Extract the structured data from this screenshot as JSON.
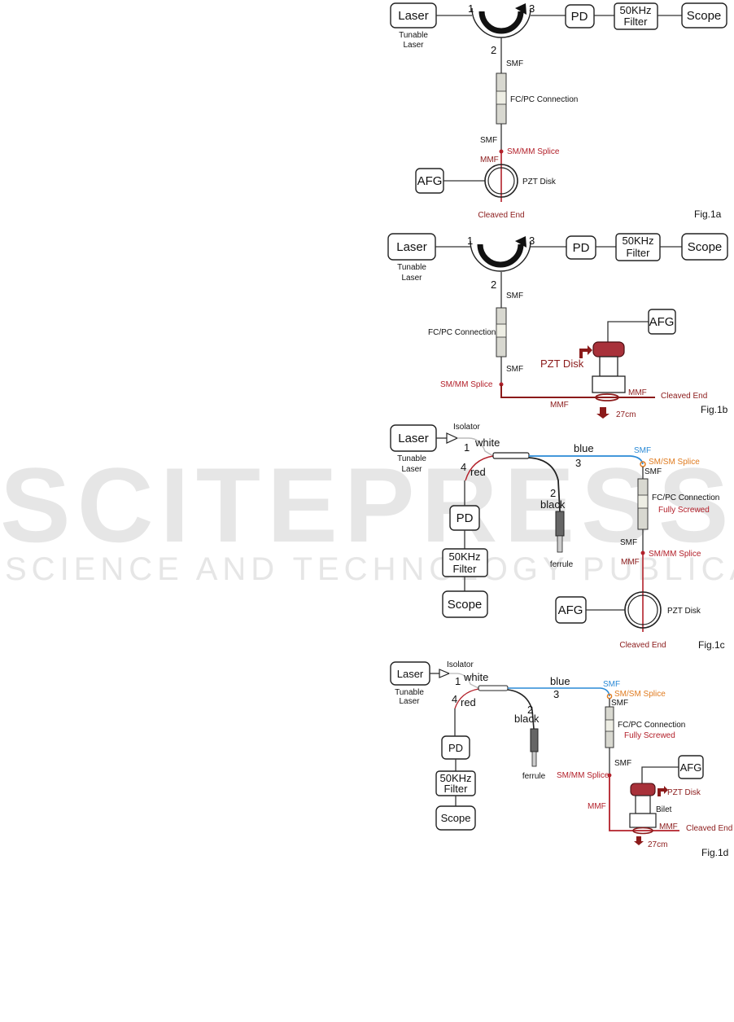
{
  "watermark": {
    "main": "SCITEPRESS",
    "sub": "SCIENCE AND TECHNOLOGY PUBLICATIONS"
  },
  "colors": {
    "smf_blue": "#2a8ad6",
    "mmf_red": "#b3202a",
    "label_dark_red": "#8b1a1a",
    "splice_orange": "#e07b1f"
  },
  "fig1a": {
    "laser": "Laser",
    "tunable": [
      "Tunable",
      "Laser"
    ],
    "ports": [
      "1",
      "2",
      "3"
    ],
    "pd": "PD",
    "filter": [
      "50KHz",
      "Filter"
    ],
    "scope": "Scope",
    "smf_top": "SMF",
    "fcpc": "FC/PC Connection",
    "smf_bottom": "SMF",
    "splice": "SM/MM Splice",
    "mmf": "MMF",
    "afg": "AFG",
    "pzt": "PZT Disk",
    "cleaved": "Cleaved End",
    "caption": "Fig.1a"
  },
  "fig1b": {
    "laser": "Laser",
    "tunable": [
      "Tunable",
      "Laser"
    ],
    "ports": [
      "1",
      "2",
      "3"
    ],
    "pd": "PD",
    "filter": [
      "50KHz",
      "Filter"
    ],
    "scope": "Scope",
    "smf_top": "SMF",
    "fcpc": "FC/PC Connection",
    "afg": "AFG",
    "pzt": "PZT Disk",
    "smf_bottom": "SMF",
    "splice": "SM/MM Splice",
    "mmf_right": "MMF",
    "cleaved": "Cleaved End",
    "mmf": "MMF",
    "length": "27cm",
    "caption": "Fig.1b"
  },
  "fig1c": {
    "laser": "Laser",
    "tunable": [
      "Tunable",
      "Laser"
    ],
    "isolator": "Isolator",
    "white": "white",
    "port1": "1",
    "port4": "4",
    "red": "red",
    "blue": "blue",
    "port3": "3",
    "port2": "2",
    "black": "black",
    "ferrule": "ferrule",
    "smf_blue": "SMF",
    "smsm": "SM/SM Splice",
    "smf_a": "SMF",
    "fcpc": "FC/PC Connection",
    "fully": "Fully Screwed",
    "smf_b": "SMF",
    "smmm": "SM/MM Splice",
    "mmf": "MMF",
    "pd": "PD",
    "filter": [
      "50KHz",
      "Filter"
    ],
    "scope": "Scope",
    "afg": "AFG",
    "pzt": "PZT Disk",
    "cleaved": "Cleaved End",
    "caption": "Fig.1c"
  },
  "fig1d": {
    "laser": "Laser",
    "tunable": [
      "Tunable",
      "Laser"
    ],
    "isolator": "Isolator",
    "white": "white",
    "port1": "1",
    "port4": "4",
    "red": "red",
    "blue": "blue",
    "port3": "3",
    "port2": "2",
    "black": "black",
    "ferrule": "ferrule",
    "smf_blue": "SMF",
    "smsm": "SM/SM Splice",
    "smf_a": "SMF",
    "fcpc": "FC/PC Connection",
    "fully": "Fully Screwed",
    "smf_b": "SMF",
    "smmm": "SM/MM Splice",
    "afg": "AFG",
    "pzt": "PZT Disk",
    "bilet": "Bilet",
    "mmf_left": "MMF",
    "mmf_right": "MMF",
    "cleaved": "Cleaved End",
    "length": "27cm",
    "pd": "PD",
    "filter": [
      "50KHz",
      "Filter"
    ],
    "scope": "Scope",
    "caption": "Fig.1d"
  }
}
